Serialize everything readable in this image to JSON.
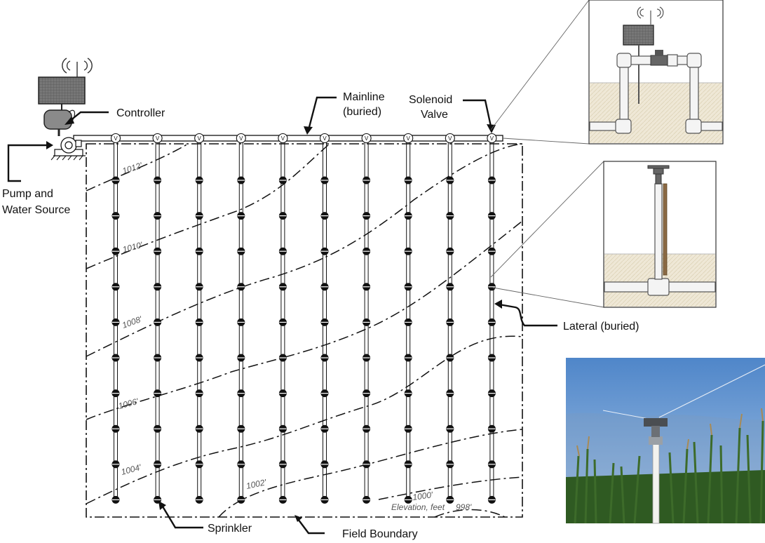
{
  "labels": {
    "controller": "Controller",
    "mainline_1": "Mainline",
    "mainline_2": "(buried)",
    "solenoid_1": "Solenoid",
    "solenoid_2": "Valve",
    "pump_1": "Pump and",
    "pump_2": "Water Source",
    "lateral": "Lateral (buried)",
    "sprinkler": "Sprinkler",
    "field_boundary": "Field Boundary",
    "elevation": "Elevation, feet"
  },
  "contours": [
    "1012'",
    "1010'",
    "1008'",
    "1006'",
    "1004'",
    "1002'",
    "1000'",
    "998'"
  ],
  "valve_symbol": "V",
  "grid": {
    "laterals": 10,
    "sprinklers_per_lateral": 10
  },
  "colors": {
    "line": "#111111",
    "contour_text": "#555555",
    "sky": "#6f9fd6",
    "soil": "#efe8d6",
    "corn": "#2f5a22"
  }
}
